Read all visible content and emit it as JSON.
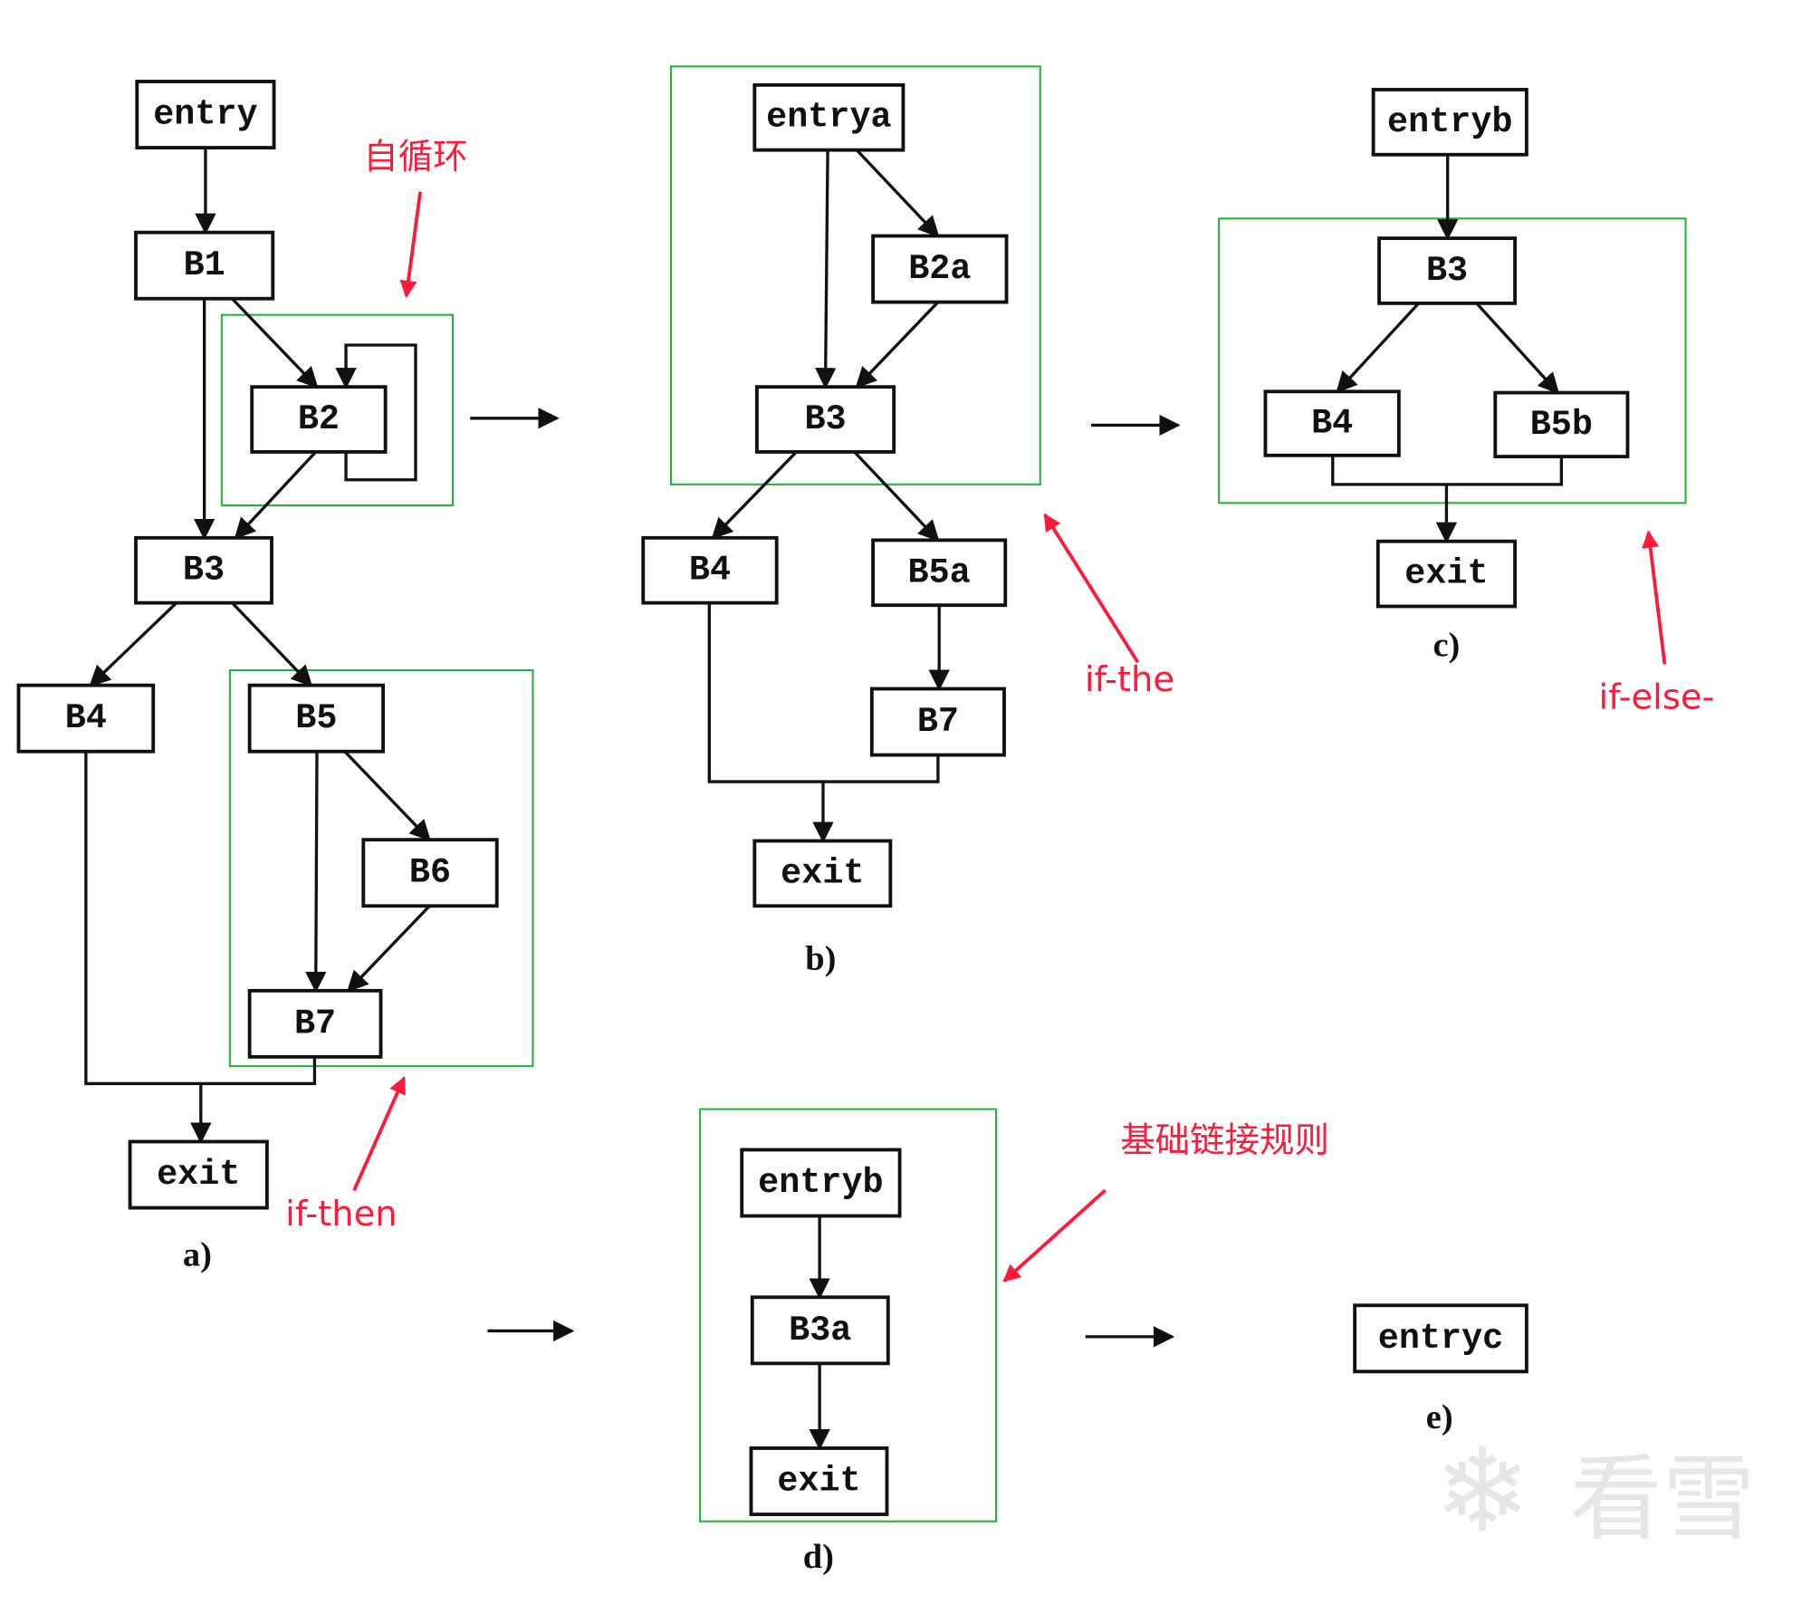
{
  "panels": {
    "a": {
      "caption": "a)",
      "nodes": [
        "entry",
        "B1",
        "B2",
        "B3",
        "B4",
        "B5",
        "B6",
        "B7",
        "exit"
      ]
    },
    "b": {
      "caption": "b)",
      "nodes": [
        "entrya",
        "B2a",
        "B3",
        "B4",
        "B5a",
        "B7",
        "exit"
      ]
    },
    "c": {
      "caption": "c)",
      "nodes": [
        "entryb",
        "B3",
        "B4",
        "B5b",
        "exit"
      ]
    },
    "d": {
      "caption": "d)",
      "nodes": [
        "entryb",
        "B3a",
        "exit"
      ]
    },
    "e": {
      "caption": "e)",
      "nodes": [
        "entryc"
      ]
    }
  },
  "annotations": {
    "self_loop": "自循环",
    "if_then_a": "if-then",
    "if_then_b": "if-the",
    "if_else": "if-else-",
    "basic_chain": "基础链接规则"
  },
  "watermark": "看雪",
  "colors": {
    "node_stroke": "#111111",
    "group_box": "#22b43a",
    "annotation": "#ff1a3c"
  }
}
